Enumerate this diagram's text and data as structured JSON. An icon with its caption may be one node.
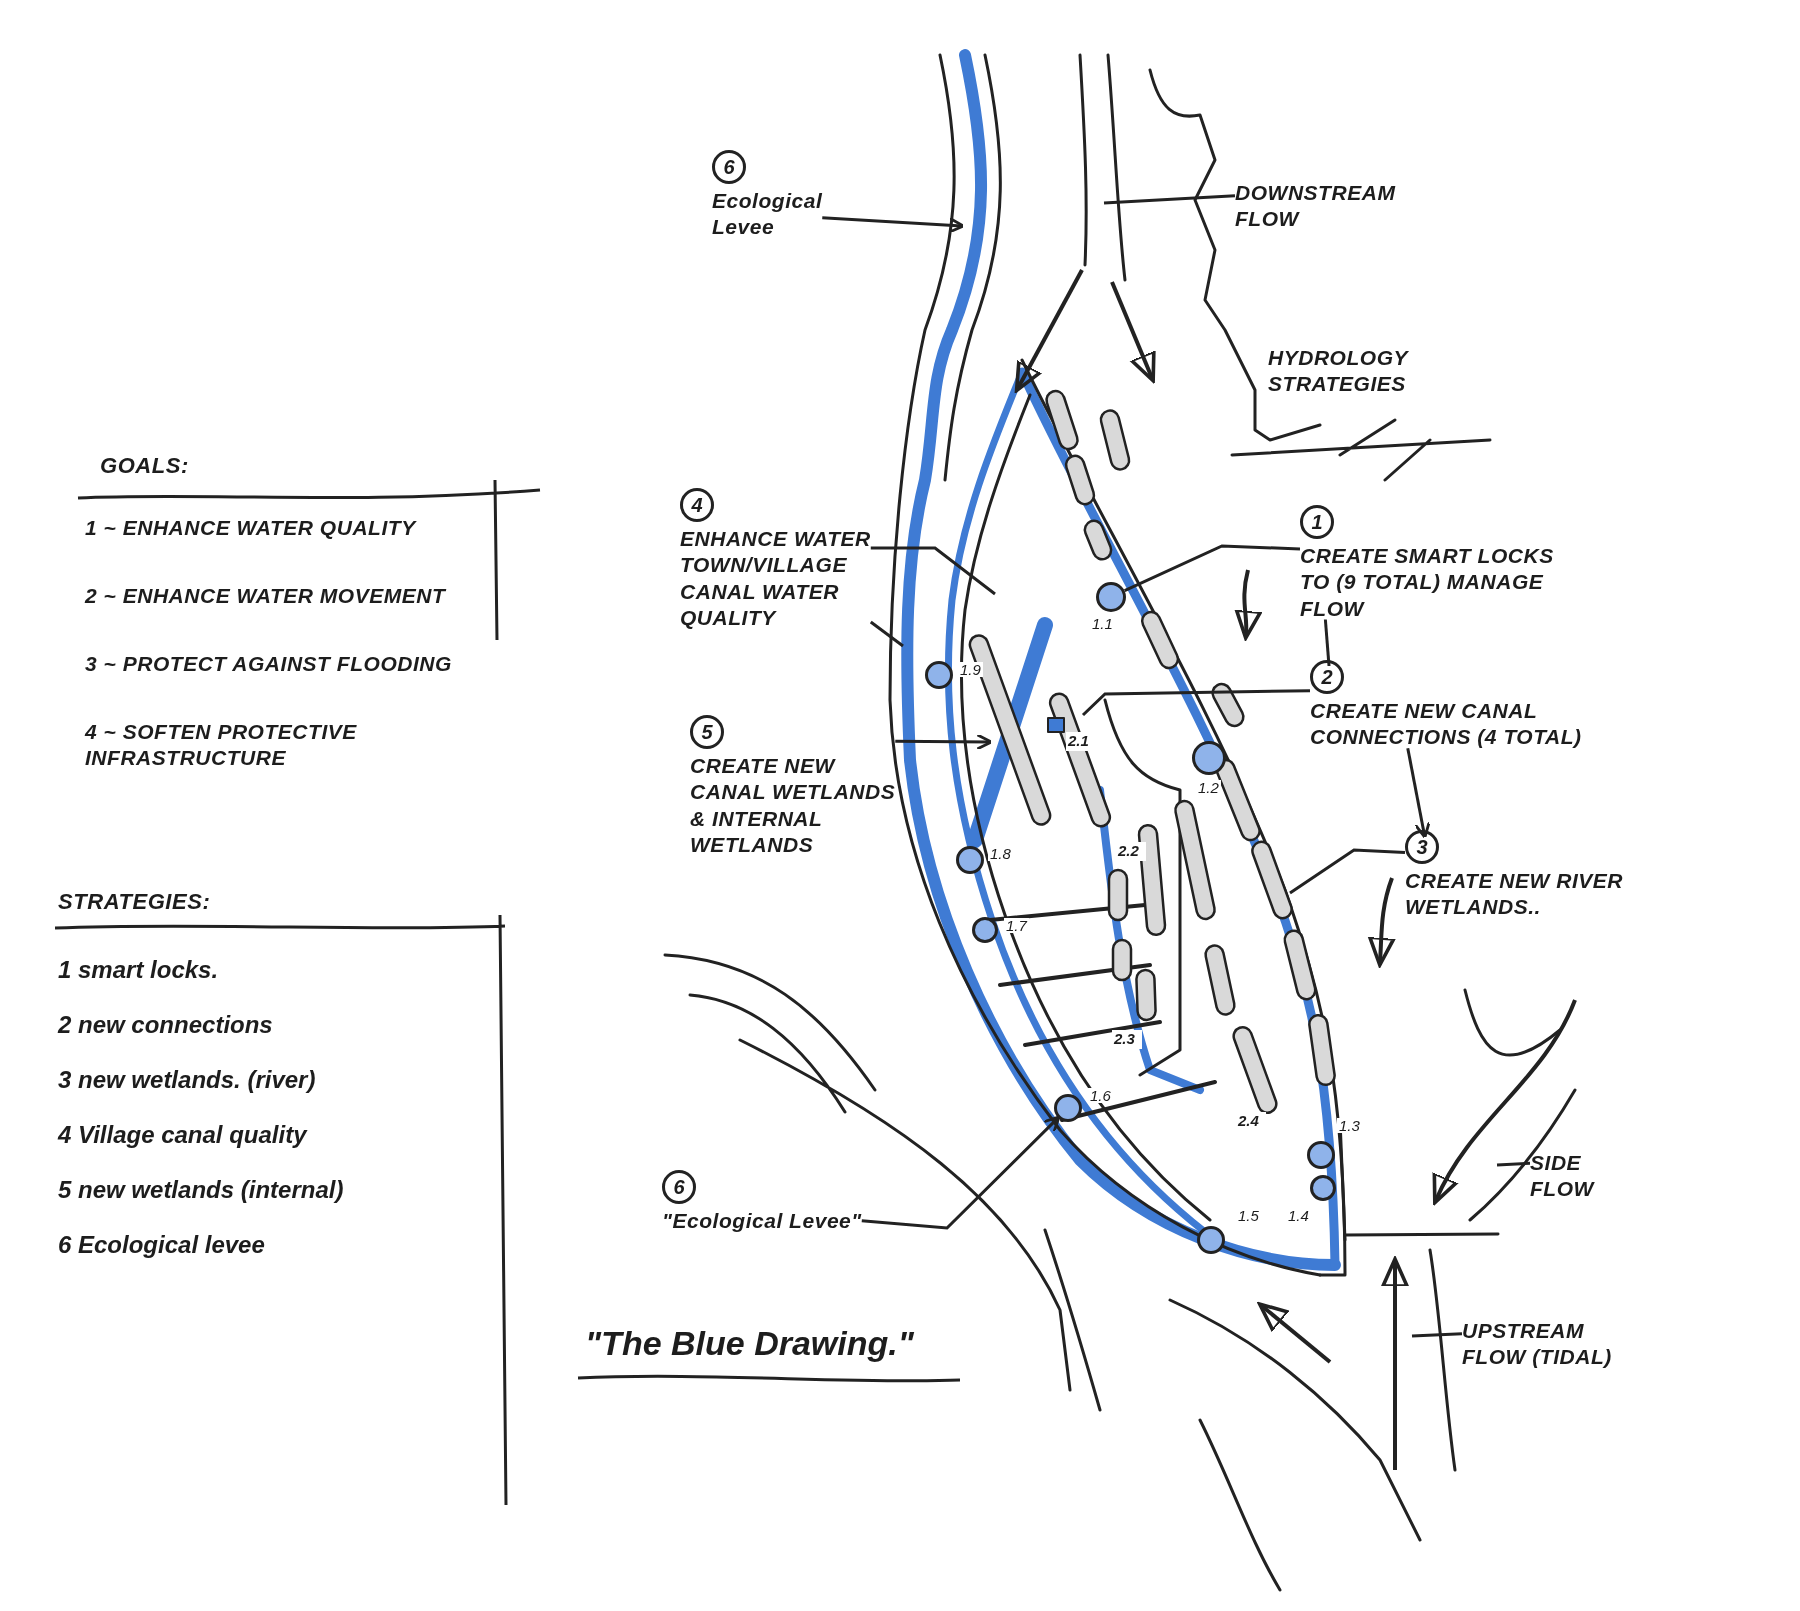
{
  "diagram": {
    "caption": "\"The Blue Drawing.\"",
    "nodes": [
      {
        "text": [
          "6",
          "Ecological Levee"
        ]
      },
      {
        "text": [
          "DOWNSTREAM FLOW"
        ]
      },
      {
        "text": [
          "4",
          "ENHANCE WATER TOWN/VILLAGE CANAL WATER QUALITY"
        ]
      },
      {
        "text": [
          "1",
          "CREATE SMART LOCKS TO (9 TOTAL) MANAGE FLOW"
        ]
      },
      {
        "text": [],
        "shape": "circle",
        "beside": [
          "1.1"
        ]
      },
      {
        "text": [],
        "shape": "circle",
        "beside": [
          "1.9"
        ]
      },
      {
        "text": [
          "2",
          "CREATE NEW CANAL CONNECTIONS (4 TOTAL)"
        ]
      },
      {
        "text": [
          "5",
          "CREATE NEW CANAL WETLANDS & INTERNAL WETLANDS"
        ]
      },
      {
        "text": [],
        "shape": "circle",
        "beside": [
          "1.2"
        ]
      },
      {
        "text": [
          "3",
          "CREATE NEW RIVER WETLANDS.."
        ]
      },
      {
        "text": [],
        "shape": "circle",
        "beside": [
          "1.8"
        ]
      },
      {
        "text": [],
        "shape": "circle",
        "beside": [
          "1.7"
        ]
      },
      {
        "text": [],
        "shape": "circle",
        "beside": [
          "1.6"
        ]
      },
      {
        "text": [],
        "shape": "circle",
        "beside": [
          "1.3"
        ]
      },
      {
        "text": [
          "6",
          "\"Ecological Levee\""
        ]
      },
      {
        "text": [],
        "shape": "circle",
        "beside": [
          "1.4"
        ]
      },
      {
        "text": [
          "SIDE FLOW"
        ]
      },
      {
        "text": [],
        "shape": "circle",
        "beside": [
          "1.5"
        ]
      },
      {
        "text": [
          "UPSTREAM FLOW (TIDAL)"
        ]
      }
    ],
    "edges": [
      {
        "from": 0,
        "to": null,
        "arrow": "to"
      },
      {
        "from": 1,
        "to": null,
        "arrow": "none"
      },
      {
        "from": 2,
        "to": null,
        "arrow": "none"
      },
      {
        "from": 2,
        "to": null,
        "arrow": "none"
      },
      {
        "from": 3,
        "to": 4,
        "arrow": "none"
      },
      {
        "from": 3,
        "to": 6,
        "arrow": "none"
      },
      {
        "from": 6,
        "to": null,
        "arrow": "none"
      },
      {
        "from": 6,
        "to": 9,
        "arrow": "to"
      },
      {
        "from": 9,
        "to": null,
        "arrow": "none"
      },
      {
        "from": 7,
        "to": null,
        "arrow": "to"
      },
      {
        "from": 14,
        "to": 12,
        "arrow": "to"
      },
      {
        "from": 16,
        "to": null,
        "arrow": "none"
      },
      {
        "from": 18,
        "to": null,
        "arrow": "none"
      }
    ],
    "labels": [
      "HYDROLOGY STRATEGIES",
      "GOALS:",
      "1 ~ ENHANCE WATER QUALITY",
      "2 ~ ENHANCE WATER MOVEMENT",
      "3 ~ PROTECT AGAINST FLOODING",
      "4 ~ SOFTEN PROTECTIVE INFRASTRUCTURE",
      "STRATEGIES:",
      "1 smart locks.",
      "2 new connections",
      "3 new wetlands. (river)",
      "4 Village canal quality",
      "5 new wetlands (internal)",
      "6 Ecological levee",
      "2.1",
      "2.2",
      "2.3",
      "2.4"
    ]
  }
}
